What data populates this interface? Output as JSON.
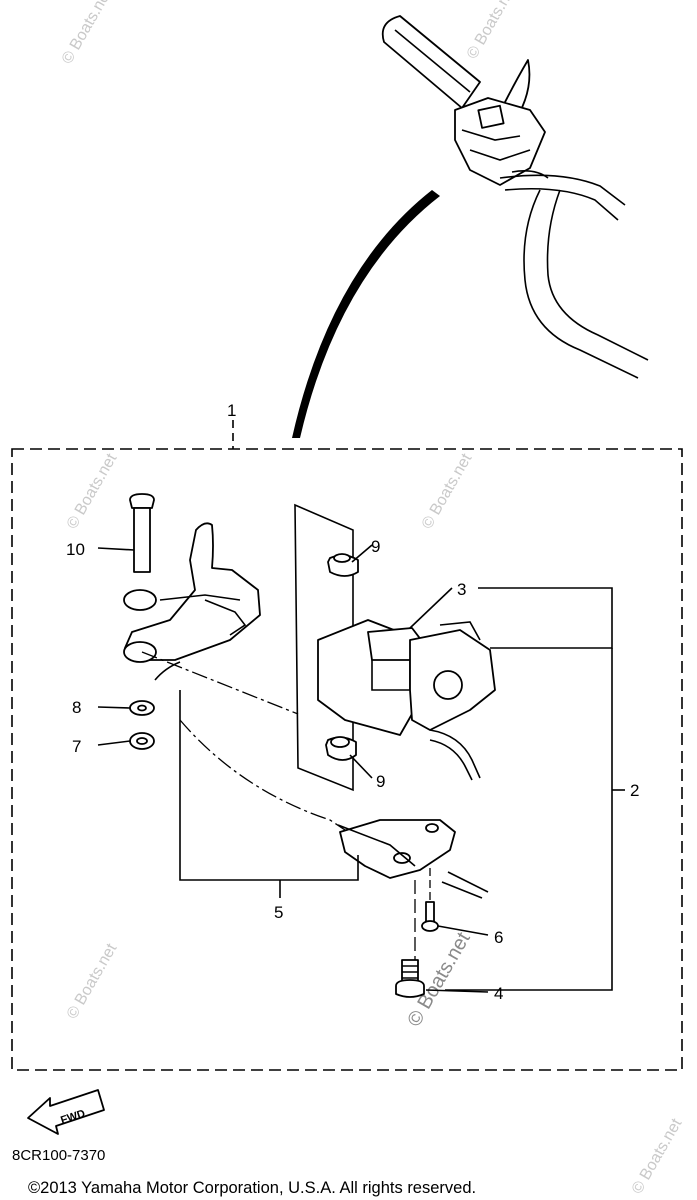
{
  "diagram": {
    "callouts": [
      "1",
      "2",
      "3",
      "4",
      "5",
      "6",
      "7",
      "8",
      "9",
      "9",
      "10"
    ],
    "watermarks": [
      "© Boats.net",
      "© Boats.net",
      "© Boats.net",
      "© Boats.net",
      "© Boats.net",
      "© Boats.net",
      "© Boats.net"
    ],
    "direction_label": "FWD",
    "diagram_code": "8CR100-7370",
    "copyright": "©2013 Yamaha Motor Corporation, U.S.A. All rights reserved."
  }
}
